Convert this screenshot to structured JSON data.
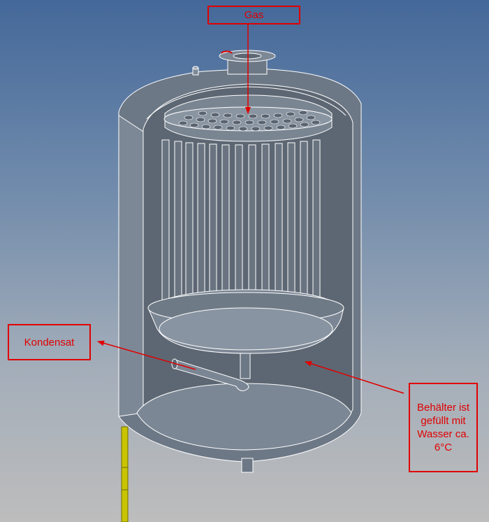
{
  "labels": {
    "gas": "Gas",
    "kondensat": "Kondensat",
    "water_lines": [
      "Behälter ist",
      "gefüllt mit",
      "Wasser ca.",
      "6°C"
    ]
  },
  "colors": {
    "annotation": "#e00000",
    "vessel_fill": "#6f7a87",
    "vessel_inner": "#5b6571",
    "edge": "#ffffff",
    "pipe": "#c8c800"
  }
}
